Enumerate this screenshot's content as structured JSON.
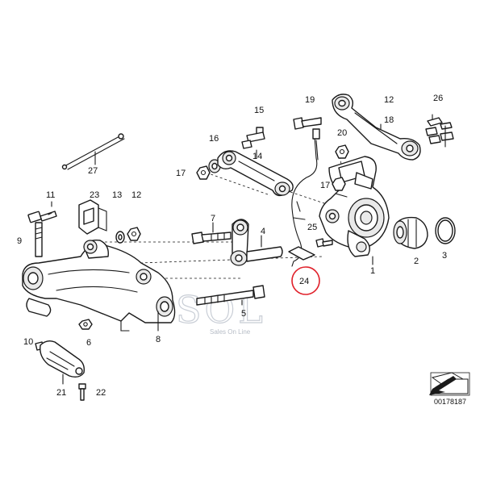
{
  "callouts": {
    "c1": "1",
    "c2": "2",
    "c3": "3",
    "c4": "4",
    "c5": "5",
    "c6": "6",
    "c7": "7",
    "c8": "8",
    "c9": "9",
    "c10": "10",
    "c11": "11",
    "c12a": "12",
    "c12b": "12",
    "c13": "13",
    "c14": "14",
    "c15": "15",
    "c16": "16",
    "c17a": "17",
    "c17b": "17",
    "c18": "18",
    "c19": "19",
    "c20": "20",
    "c21": "21",
    "c22": "22",
    "c23": "23",
    "c24": "24",
    "c25": "25",
    "c26": "26",
    "c27": "27"
  },
  "diagram_code": "00178187",
  "watermark": {
    "logo_text": "SOL",
    "tagline": "Sales On Line"
  },
  "highlight_color": "#e0202a"
}
